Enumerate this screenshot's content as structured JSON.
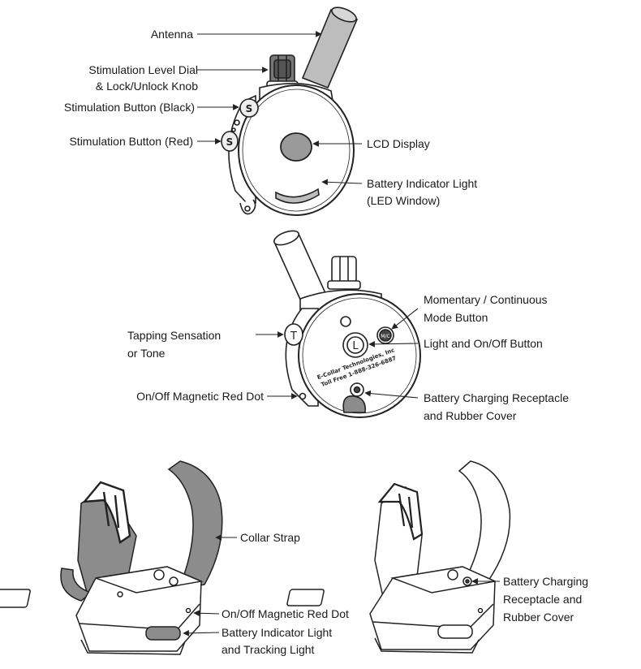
{
  "labels": {
    "antenna": "Antenna",
    "dial_line1": "Stimulation Level Dial",
    "dial_line2": "& Lock/Unlock Knob",
    "stim_black": "Stimulation Button (Black)",
    "stim_red": "Stimulation Button (Red)",
    "lcd": "LCD Display",
    "battery_led_line1": "Battery Indicator Light",
    "battery_led_line2": "(LED Window)",
    "mode_line1": "Momentary / Continuous",
    "mode_line2": "Mode Button",
    "light_onoff": "Light and On/Off Button",
    "tapping_line1": "Tapping Sensation",
    "tapping_line2": "or Tone",
    "onoff_dot_transmitter": "On/Off Magnetic Red Dot",
    "charging_line1": "Battery Charging Receptacle",
    "charging_line2": "and Rubber Cover",
    "collar_strap": "Collar Strap",
    "onoff_dot_collar": "On/Off Magnetic Red Dot",
    "battery_tracking_line1": "Battery Indicator Light",
    "battery_tracking_line2": "and Tracking Light",
    "collar_charging_line1": "Battery Charging",
    "collar_charging_line2": "Receptacle and",
    "collar_charging_line3": "Rubber Cover"
  },
  "device_text": {
    "button_s": "S",
    "button_t": "T",
    "button_l": "L",
    "button_mc": "M/C",
    "brand_line1": "E-Collar Technologies, Inc",
    "brand_line2": "Toll Free 1-888-326-6887"
  },
  "colors": {
    "stroke": "#222222",
    "antenna_fill": "#bdbdbd",
    "strap_dark": "#8c8c8c",
    "strap_light": "#ffffff",
    "body_fill": "#ffffff",
    "lcd_fill": "#9a9a9a"
  }
}
